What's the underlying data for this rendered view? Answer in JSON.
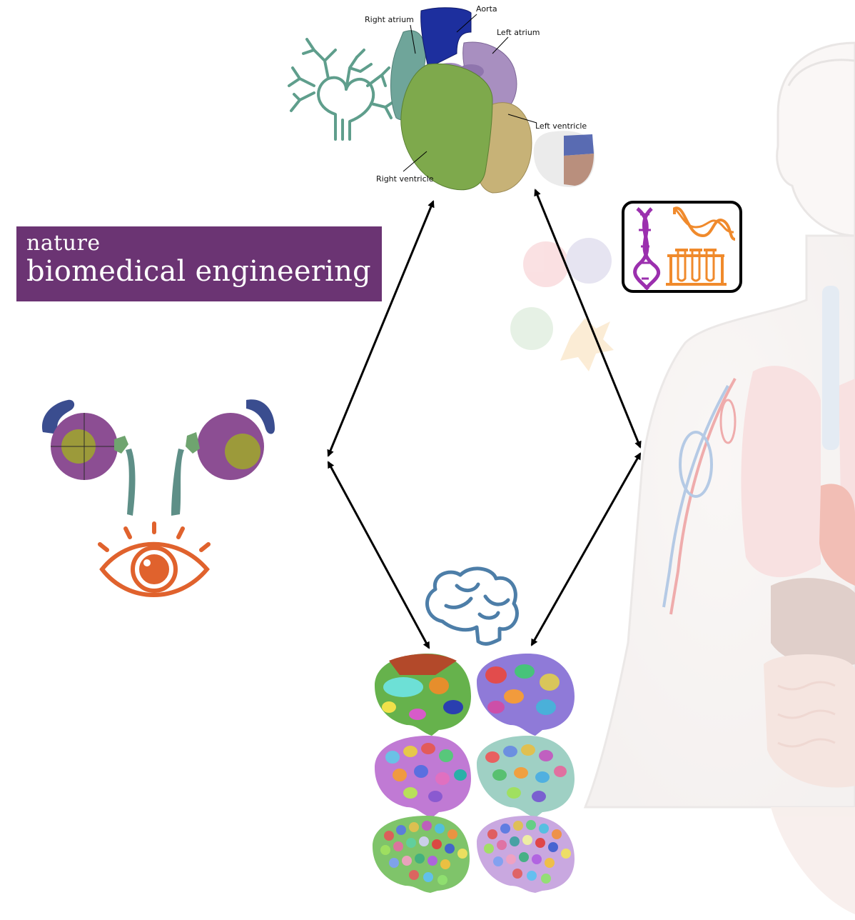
{
  "journal": {
    "line1": "nature",
    "line2": "biomedical engineering",
    "color": "#6b3473"
  },
  "heart_labels": {
    "aorta": "Aorta",
    "right_atrium": "Right atrium",
    "left_atrium": "Left atrium",
    "left_ventricle": "Left ventricle",
    "right_ventricle": "Right ventricle"
  },
  "icons": {
    "heart": "heart-vessels-icon",
    "genomics": "dna-testtube-icon",
    "eye": "eye-icon",
    "brain": "brain-icon"
  },
  "colors": {
    "heart_icon": "#5f9e8c",
    "dna": "#9b2fae",
    "lab": "#f08a2c",
    "eye": "#e0622d",
    "brain_icon": "#4d7ea8",
    "arrows": "#000000"
  }
}
